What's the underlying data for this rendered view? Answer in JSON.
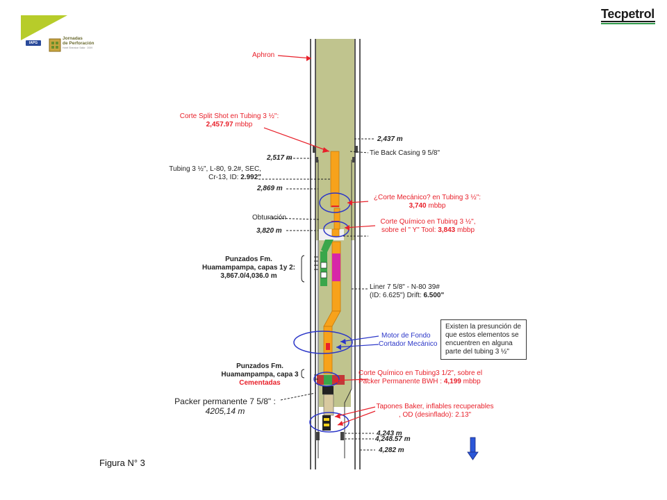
{
  "header": {
    "company": "Tecpetrol",
    "event_title_line1": "Jornadas",
    "event_title_line2": "de Perforación",
    "event_subtitle": "Hotel Sheraton Salta · 2009",
    "iapg": "IAPG"
  },
  "figure_caption": "Figura N° 3",
  "labels": {
    "aphron": "Aphron",
    "split_shot_1": "Corte Split Shot en Tubing 3 ½\":",
    "split_shot_2_val": "2,457.97",
    "split_shot_2_unit": " mbbp",
    "depth_2437": "2,437 m",
    "tie_back": "Tie Back Casing 9 5/8\"",
    "depth_2517": "2,517 m",
    "tubing_1": "Tubing  3 ½\", L-80, 9.2#, SEC,",
    "tubing_2_pre": "Cr-13, ID: ",
    "tubing_2_val": "2.992\"",
    "depth_2869": "2,869 m",
    "corte_mec_1": "¿Corte Mecánico? en Tubing 3 ½\":",
    "corte_mec_2_val": "3,740",
    "corte_mec_2_unit": " mbbp",
    "obturacion": "Obturación",
    "corte_quim_1": "Corte Químico en Tubing  3 ½\",",
    "corte_quim_2_pre": "sobre el \" Y\" Tool: ",
    "corte_quim_2_val": "3,843",
    "corte_quim_2_unit": " mbbp",
    "depth_3820": "3,820 m",
    "punz1_1": "Punzados Fm.",
    "punz1_2": "Huamampampa, capas 1y 2:",
    "punz1_3": "3,867.0/4,036.0 m",
    "liner_1": "Liner 7 5/8\" - N-80 39#",
    "liner_2_pre": "(ID: 6.625\") Drift: ",
    "liner_2_val": "6.500\"",
    "motor": "Motor de Fondo",
    "cortador": "Cortador Mecánico",
    "note": "Existen la presunción de\nque estos elementos se\nencuentren en alguna\nparte del tubing 3 ½\"",
    "punz2_1": "Punzados Fm.",
    "punz2_2": "Huamampampa, capa 3",
    "punz2_3": "Cementadas",
    "corte_quim2_1": "Corte Químico en Tubing3 1/2\", sobre el",
    "corte_quim2_2_pre": "Packer Permanente BWH : ",
    "corte_quim2_2_val": "4,199",
    "corte_quim2_2_unit": " mbbp",
    "packer_1": "Packer permanente  7 5/8\" :",
    "packer_2": "4205,14 m",
    "tapones_1": "Tapones Baker, inflables recuperables",
    "tapones_2": ", OD (desinflado):  2.13\"",
    "depth_4243": "4,243 m",
    "depth_4248": "4,248.57 m",
    "depth_4282": "4,282 m"
  },
  "colors": {
    "fluid": "#c0c48e",
    "tubing": "#f7a21b",
    "red": "#e8202a",
    "blue": "#2b36c8",
    "green_logo": "#b7cc2a",
    "tool_magenta": "#d726a8",
    "tool_green": "#3aa64a"
  }
}
